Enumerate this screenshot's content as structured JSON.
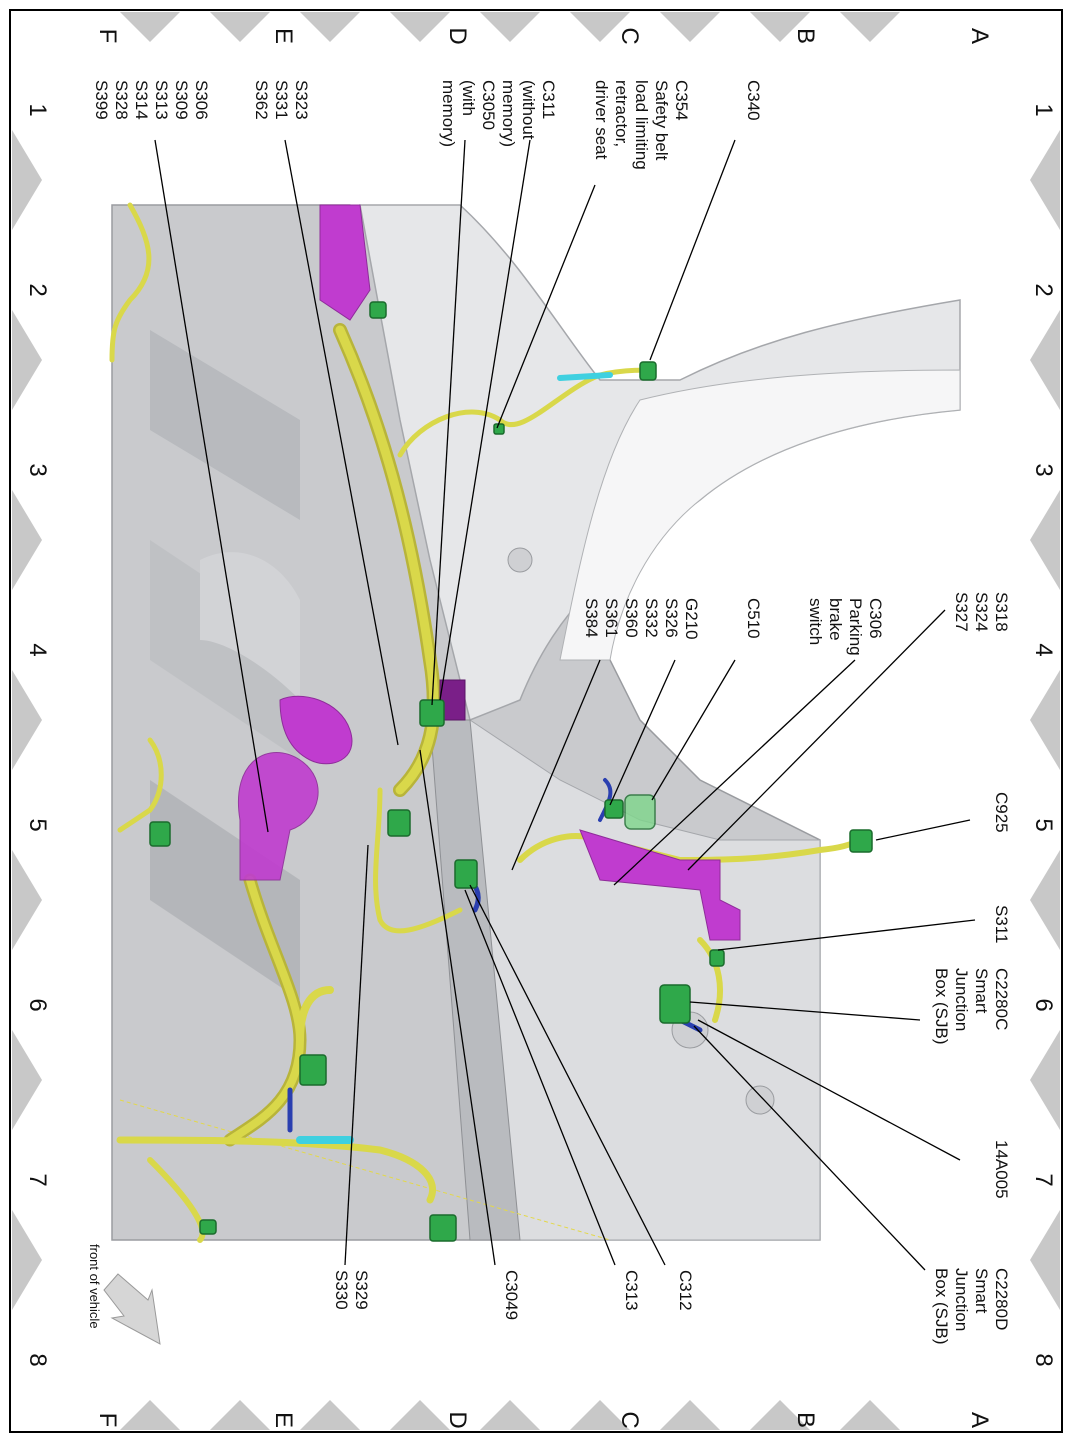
{
  "grid": {
    "numbers": [
      "1",
      "2",
      "3",
      "4",
      "5",
      "6",
      "7",
      "8"
    ],
    "letters": [
      "A",
      "B",
      "C",
      "D",
      "E",
      "F"
    ]
  },
  "labels": {
    "c340": [
      "C340"
    ],
    "c354": [
      "C354",
      "Safety belt",
      "load limiting",
      "retractor,",
      "driver seat"
    ],
    "c311": [
      "C311",
      "(without",
      "memory)",
      "C3050",
      "(with",
      "memory)"
    ],
    "s323": [
      "S323",
      "S331",
      "S362"
    ],
    "s306": [
      "S306",
      "S309",
      "S313",
      "S314",
      "S328",
      "S399"
    ],
    "s318": [
      "S318",
      "S324",
      "S327"
    ],
    "c306": [
      "C306",
      "Parking",
      "brake",
      "switch"
    ],
    "c510": [
      "C510"
    ],
    "g210": [
      "G210",
      "S326",
      "S332",
      "S360",
      "S361",
      "S384"
    ],
    "c925": [
      "C925"
    ],
    "s311": [
      "S311"
    ],
    "c2280c": [
      "C2280C",
      "Smart",
      "Junction",
      "Box (SJB)"
    ],
    "a14005": [
      "14A005"
    ],
    "c2280d": [
      "C2280D",
      "Smart",
      "Junction",
      "Box (SJB)"
    ],
    "c312": [
      "C312"
    ],
    "c313": [
      "C313"
    ],
    "c3049": [
      "C3049"
    ],
    "s329": [
      "S329",
      "S330"
    ]
  },
  "front_of_vehicle": "front of vehicle",
  "colors": {
    "harness_yellow": "#d9d84a",
    "harness_blue": "#2a3fb0",
    "connector_green": "#2fa84a",
    "bracket_magenta": "#c03ccf",
    "body_gray": "#c9cacd",
    "cyan_section": "#3fd0e0"
  }
}
